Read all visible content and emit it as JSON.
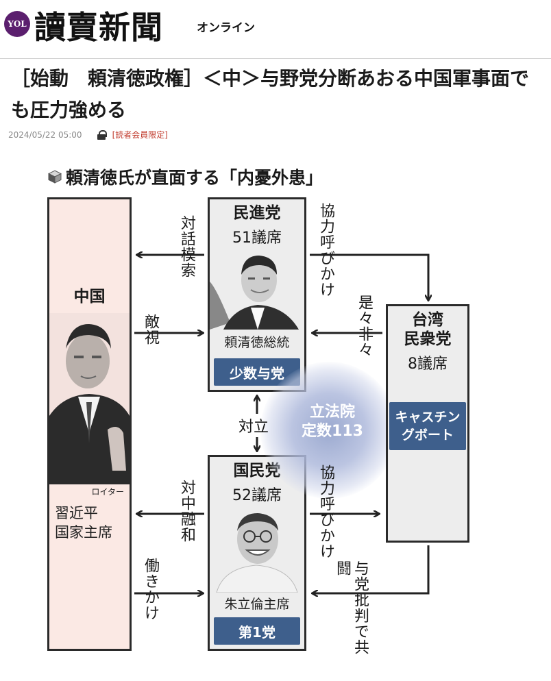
{
  "header": {
    "logo_text": "YOL",
    "brand": "讀賣新聞",
    "brand_sub": "オンライン"
  },
  "article": {
    "title": "［始動　頼清徳政権］＜中＞与野党分断あおる中国軍事面でも圧力強める",
    "date": "2024/05/22 05:00",
    "access": "[読者会員限定]"
  },
  "diagram": {
    "title": "頼清徳氏が直面する「内憂外患」",
    "china": {
      "title": "中国",
      "photo_credit": "ロイター",
      "caption_line1": "習近平",
      "caption_line2": "国家主席"
    },
    "dpp": {
      "title": "民進党",
      "seats": "51議席",
      "caption": "頼清徳総統",
      "tag": "少数与党"
    },
    "kmt": {
      "title": "国民党",
      "seats": "52議席",
      "caption": "朱立倫主席",
      "tag": "第1党"
    },
    "tpp": {
      "title_line1": "台湾",
      "title_line2": "民衆党",
      "seats": "8議席",
      "tag_line1": "キャスチン",
      "tag_line2": "グボート"
    },
    "legislature": {
      "line1": "立法院",
      "line2": "定数113"
    },
    "relations": {
      "dpp_to_china": "対話模索",
      "china_to_dpp": "敵視",
      "dpp_to_tpp": "協力呼びかけ",
      "tpp_to_dpp": "是々非々",
      "dpp_kmt": "対立",
      "kmt_to_china": "対中融和",
      "china_to_kmt": "働きかけ",
      "kmt_to_tpp": "協力呼びかけ",
      "tpp_to_kmt": "与党批判で共闘"
    }
  }
}
